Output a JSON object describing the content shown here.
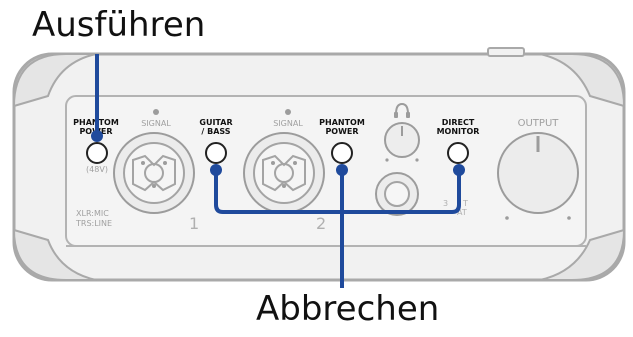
{
  "callouts": {
    "execute": "Ausführen",
    "cancel": "Abbrechen"
  },
  "device": {
    "phantom_power_1": "PHANTOM POWER",
    "phantom_power_1_sub": "(48V)",
    "signal_1": "SIGNAL",
    "guitar_bass": [
      "GUITAR",
      "/ BASS"
    ],
    "signal_2": "SIGNAL",
    "phantom_power_2": [
      "PHANTOM",
      "POWER"
    ],
    "direct_monitor": [
      "DIRECT",
      "MONITOR"
    ],
    "output": "OUTPUT",
    "input_type": [
      "XLR:MIC",
      "TRS:LINE"
    ],
    "channel_1": "1",
    "channel_2": "2",
    "output_mode_partial": [
      "3",
      "T",
      "AT"
    ]
  },
  "colors": {
    "accent": "#1f4a9c",
    "body": "#ececec",
    "outline": "#a8a8a8",
    "label": "#111111"
  }
}
